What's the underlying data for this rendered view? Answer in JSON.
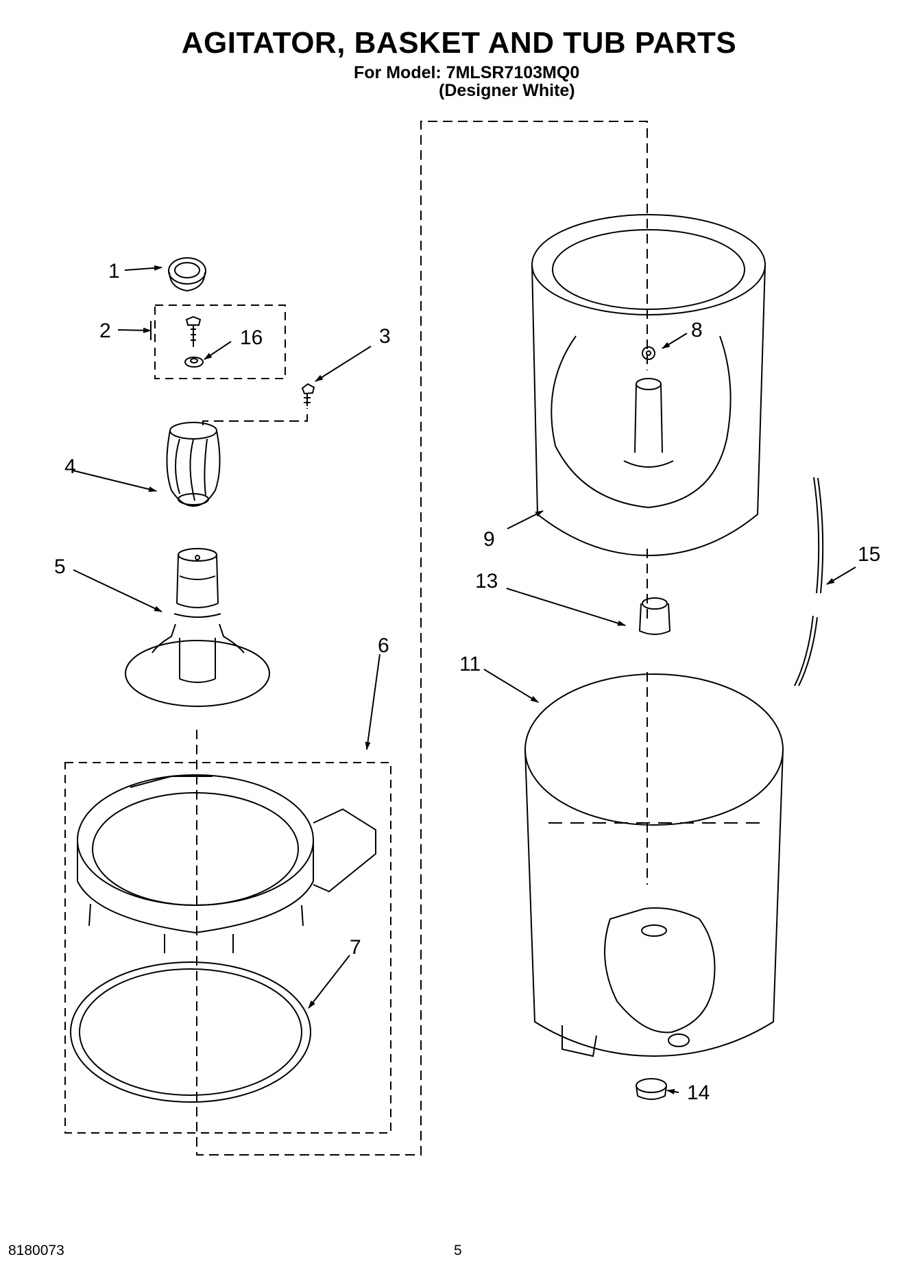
{
  "header": {
    "title": "AGITATOR, BASKET AND TUB PARTS",
    "model_line": "For Model: 7MLSR7103MQ0",
    "variant_line": "(Designer White)"
  },
  "callouts": [
    "1",
    "2",
    "3",
    "4",
    "5",
    "6",
    "7",
    "8",
    "9",
    "11",
    "13",
    "14",
    "15",
    "16"
  ],
  "footer": {
    "doc_number": "8180073",
    "page_number": "5"
  }
}
